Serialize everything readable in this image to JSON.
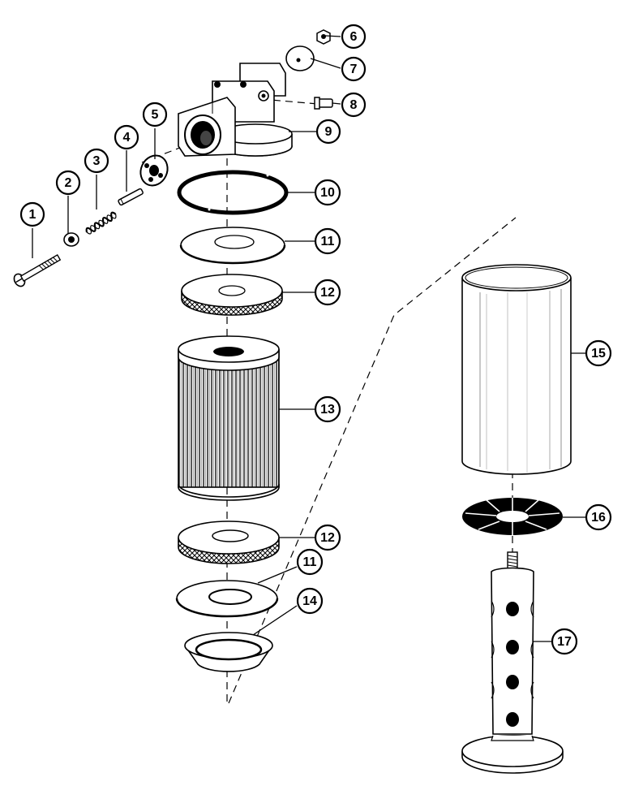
{
  "colors": {
    "ink": "#000000",
    "paper": "#ffffff"
  },
  "callouts": {
    "c1": "1",
    "c2": "2",
    "c3": "3",
    "c4": "4",
    "c5": "5",
    "c6": "6",
    "c7": "7",
    "c8": "8",
    "c9": "9",
    "c10": "10",
    "c11a": "11",
    "c11b": "11",
    "c12a": "12",
    "c12b": "12",
    "c13": "13",
    "c14": "14",
    "c15": "15",
    "c16": "16",
    "c17": "17"
  }
}
